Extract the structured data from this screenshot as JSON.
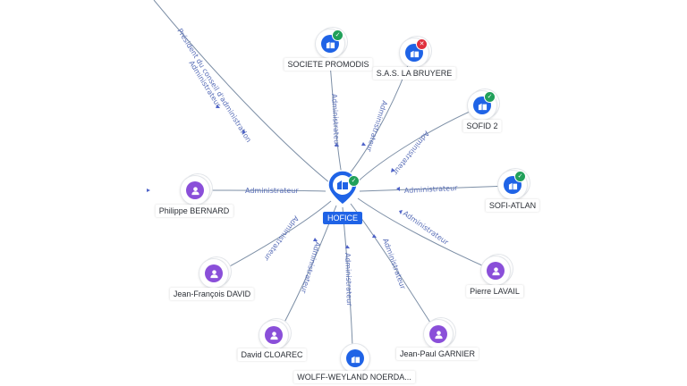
{
  "center": {
    "name": "HOFICE",
    "status": "active"
  },
  "nodes": [
    {
      "id": "promodis",
      "name": "SOCIETE PROMODIS",
      "kind": "company",
      "status": "active",
      "relation": "Administrateur"
    },
    {
      "id": "bruyere",
      "name": "S.A.S. LA BRUYERE",
      "kind": "company",
      "status": "closed",
      "relation": "Administrateur"
    },
    {
      "id": "sofid2",
      "name": "SOFID 2",
      "kind": "company",
      "status": "active",
      "relation": "Administrateur"
    },
    {
      "id": "sofiatlan",
      "name": "SOFI-ATLAN",
      "kind": "company",
      "status": "active",
      "relation": "Administrateur"
    },
    {
      "id": "lavail",
      "name": "Pierre LAVAIL",
      "kind": "person",
      "relation": "Administrateur"
    },
    {
      "id": "garnier",
      "name": "Jean-Paul GARNIER",
      "kind": "person",
      "relation": "Administrateur"
    },
    {
      "id": "wolff",
      "name": "WOLFF-WEYLAND NOERDA...",
      "kind": "company",
      "relation": "Administrateur"
    },
    {
      "id": "cloarec",
      "name": "David CLOAREC",
      "kind": "person",
      "relation": "Administrateur"
    },
    {
      "id": "david",
      "name": "Jean-François DAVID",
      "kind": "person",
      "relation": "Administrateur"
    },
    {
      "id": "bernard",
      "name": "Philippe BERNARD",
      "kind": "person",
      "relation": "Administrateur"
    }
  ],
  "offscreen_edge": {
    "relation_line1": "Président du conseil d'administration",
    "relation_line2": "Administrateur"
  },
  "colors": {
    "company": "#1f63e6",
    "person": "#8a4fd9",
    "ok": "#21a05a",
    "bad": "#e0303d",
    "edge": "#7d8fa6",
    "edge_label": "#5a6fb8"
  },
  "icons": {
    "company": "building-icon",
    "person": "user-icon",
    "ok": "check-icon",
    "bad": "cross-icon"
  }
}
